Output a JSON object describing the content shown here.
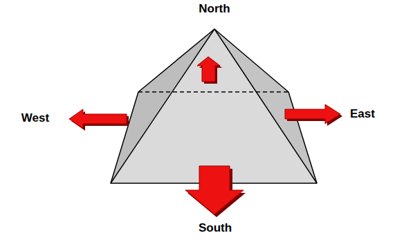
{
  "diagram": {
    "labels": [
      "North",
      "West",
      "East",
      "South"
    ]
  }
}
